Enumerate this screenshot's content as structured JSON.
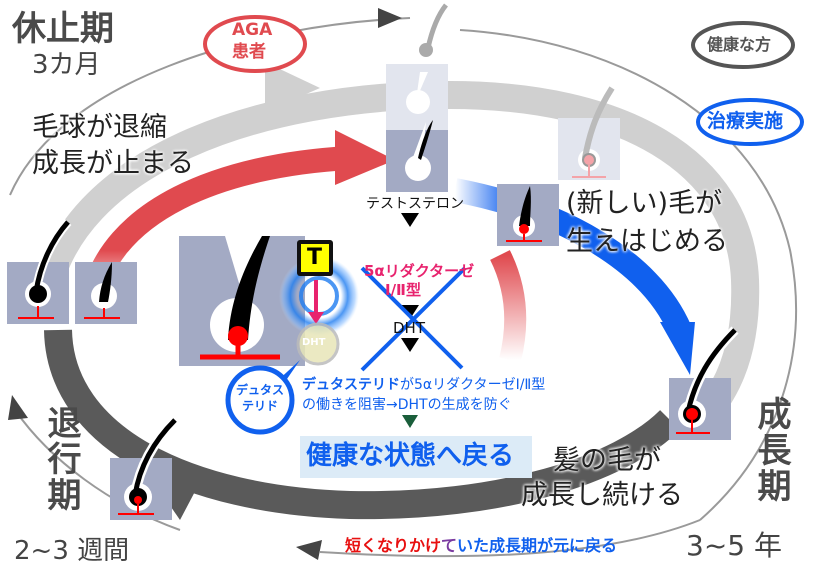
{
  "phases": {
    "telogen": {
      "name": "休止期",
      "duration": "3カ月",
      "description": [
        "毛球が退縮",
        "成長が止まる"
      ]
    },
    "catagen": {
      "name": "退行期",
      "duration": "2~3 週間"
    },
    "anagen": {
      "name": "成長期",
      "duration": "3~5 年",
      "description": [
        "髪の毛が",
        "成長し続ける"
      ]
    }
  },
  "new_hair": {
    "description": [
      "(新しい)毛が",
      "生えはじめる"
    ]
  },
  "legend": {
    "aga_patient": {
      "label_line1": "AGA",
      "label_line2": "患者",
      "color": "#e04a4f"
    },
    "healthy": {
      "label": "健康な方",
      "color": "#555555"
    },
    "treatment": {
      "label": "治療実施",
      "color": "#1060ee"
    }
  },
  "mechanism": {
    "testosterone": "テストステロン",
    "enzyme_line1": "5αリダクターゼ",
    "enzyme_line2": "Ⅰ/Ⅱ型",
    "dht": "DHT",
    "t_badge": "T",
    "dht_badge": "DHT",
    "drug_bubble_line1": "デュタス",
    "drug_bubble_line2": "テリド",
    "explanation_bold": "デュタステリド",
    "explanation_line1_rest": "が5αリダクターゼⅠ/Ⅱ型",
    "explanation_line2": "の働きを阻害→DHTの生成を防ぐ",
    "result": "健康な状態へ戻る"
  },
  "footer": {
    "part_red": "短くなりかけ",
    "part_purple": "て",
    "part_blue": "いた成長期が元に戻る"
  },
  "colors": {
    "aga_red": "#e04a4f",
    "treatment_blue": "#1060ee",
    "healthy_gray": "#d0d0d0",
    "catagen_dark": "#5a5a5a",
    "follicle_box": "#a3aac4",
    "result_bg": "#dcebf7",
    "dermal_red": "#ff0000"
  }
}
